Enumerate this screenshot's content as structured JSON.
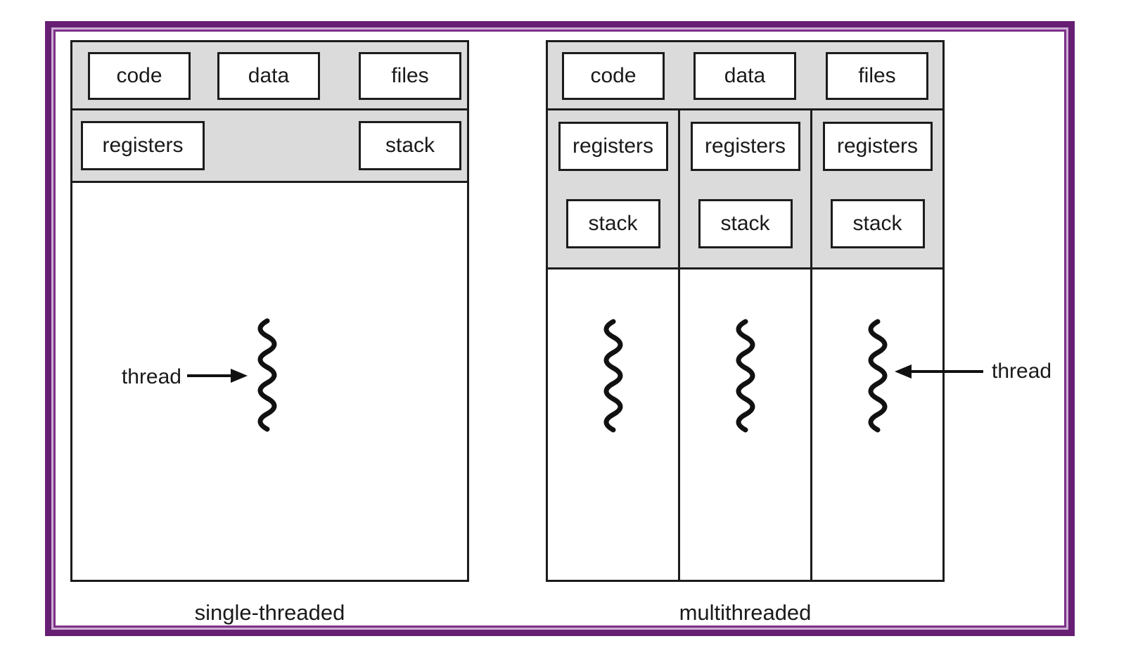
{
  "left_process": {
    "caption": "single-threaded",
    "resource_boxes": [
      "code",
      "data",
      "files"
    ],
    "registers_label": "registers",
    "stack_label": "stack",
    "thread_label": "thread"
  },
  "right_process": {
    "caption": "multithreaded",
    "resource_boxes": [
      "code",
      "data",
      "files"
    ],
    "columns": [
      {
        "registers": "registers",
        "stack": "stack"
      },
      {
        "registers": "registers",
        "stack": "stack"
      },
      {
        "registers": "registers",
        "stack": "stack"
      }
    ],
    "thread_label": "thread"
  },
  "colors": {
    "frame_outer": "#671f74",
    "frame_inner_line": "#7d3188",
    "frame_gap": "#cdafd4",
    "section_gray": "#dbdbdb",
    "line_black": "#1c1c1c",
    "background": "#ffffff"
  }
}
